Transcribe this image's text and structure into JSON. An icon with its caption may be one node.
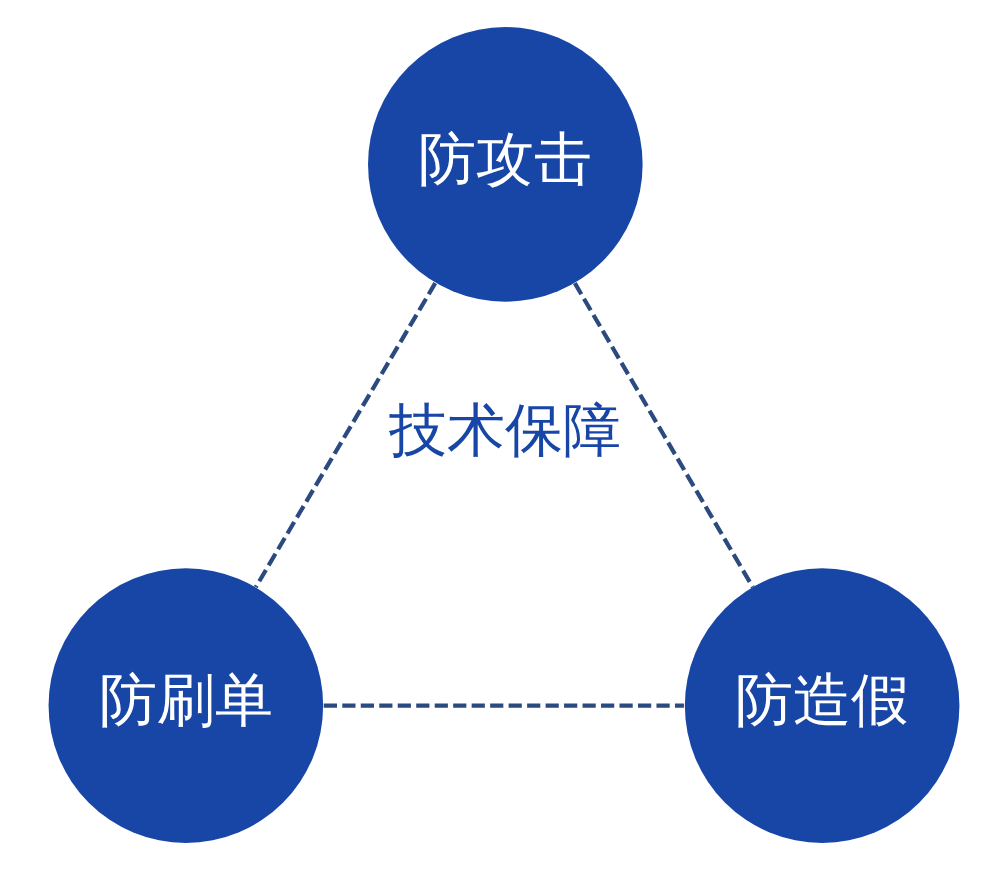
{
  "diagram": {
    "nodes": [
      {
        "text": [
          "防攻击"
        ]
      },
      {
        "text": [
          "防刷单"
        ]
      },
      {
        "text": [
          "防造假"
        ]
      }
    ],
    "edges": [
      {
        "from": 0,
        "to": 1,
        "arrow": "none",
        "style": "dashed"
      },
      {
        "from": 0,
        "to": 2,
        "arrow": "none",
        "style": "dashed"
      },
      {
        "from": 1,
        "to": 2,
        "arrow": "none",
        "style": "dashed"
      }
    ],
    "labels": [
      "技术保障"
    ]
  }
}
